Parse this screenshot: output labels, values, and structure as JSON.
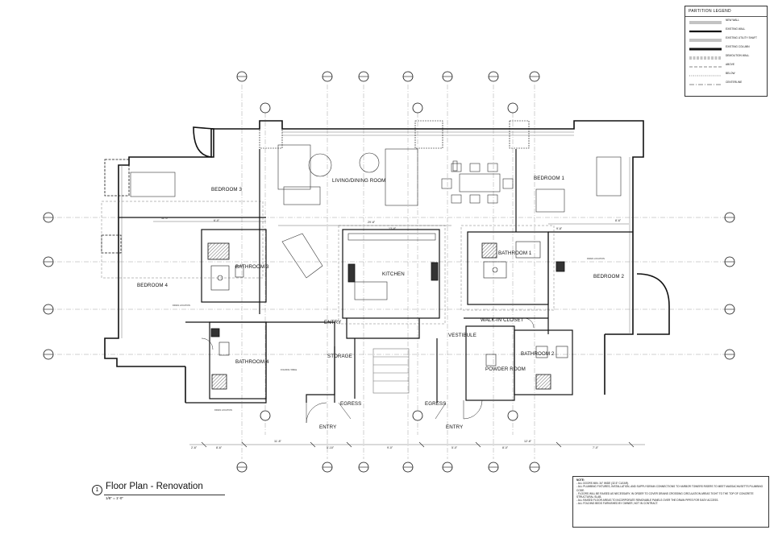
{
  "legend": {
    "title": "PARTITION LEGEND",
    "items": [
      {
        "label": "NEW WALL",
        "style": "double"
      },
      {
        "label": "EXISTING WALL",
        "style": "double-fill"
      },
      {
        "label": "EXISTING UTILITY SHAFT",
        "style": "double"
      },
      {
        "label": "EXISTING COLUMN",
        "style": "solid"
      },
      {
        "label": "DEMOLITION WALL",
        "style": "dashed-double"
      },
      {
        "label": "ABOVE",
        "style": "dashed"
      },
      {
        "label": "BELOW",
        "style": "dotted"
      },
      {
        "label": "CENTERLINE",
        "style": "dashdot"
      }
    ]
  },
  "rooms": {
    "living": "LIVING/DINING ROOM",
    "bed1": "BEDROOM 1",
    "bed2": "BEDROOM 2",
    "bed3": "BEDROOM 3",
    "bed4": "BEDROOM 4",
    "kitchen": "KITCHEN",
    "bath1": "BATHROOM 1",
    "bath2": "BATHROOM 2",
    "bath3": "BATHROOM 3",
    "bath4": "BATHROOM 4",
    "walkin": "WALK-IN CLOSET",
    "vestibule": "VESTIBULE",
    "powder": "POWDER ROOM",
    "storage": "STORAGE",
    "egress_l": "EGRESS",
    "egress_r": "EGRESS",
    "entry_l": "ENTRY",
    "entry_r": "ENTRY",
    "entry_top": "ENTRY",
    "folding": "FOLDING TABLE",
    "drain1": "DRAIN LOCATION",
    "drain2": "DRAIN LOCATION",
    "drain3": "DRAIN LOCATION"
  },
  "dims": {
    "d1": "29'-8\"",
    "d2": "13'-8\"",
    "d3": "11'-0\"",
    "d4": "8'-6\"",
    "d5": "6'-0\"",
    "d6": "8'-6\"",
    "d7": "11'-8\"",
    "d8": "5'-10\"",
    "d9": "9'-0\"",
    "d10": "7'-0\"",
    "d11": "2'-6\"",
    "d12": "5'-0\"",
    "d13": "12'-8\"",
    "d14": "8'-0\"",
    "d15": "9'-8\""
  },
  "title": {
    "number": "1",
    "name": "Floor Plan - Renovation",
    "scale": "1/8\" = 1'-0\""
  },
  "notes": {
    "heading": "NOTE:",
    "items": [
      "- ALL DOORS MIN. 34\" WIDE (32.5\" CLEAR).",
      "- ALL PLUMBING FIXTURES, INSTALLATION, AND SUPPLY/DRAIN CONNECTIONS TO HARBOR TOWERS RISERS TO MEET MASSACHUSETTS PLUMBING CODE.",
      "- FLOORS WILL BE RAISED AS NECESSARY, IN ORDER TO COVER DRAINS CROSSING CIRCULATION AREAS TIGHT TO THE TOP OF CONCRETE STRUCTURAL SLAB.",
      "- ALL RAISED FLOOR AREAS TO INCORPORATE REMOVABLE PANELS OVER THE DRAIN PIPES FOR EASY ACCESS.",
      "- ALL FOLDING BEDS FURNISHED BY OWNER, NOT IN CONTRACT."
    ]
  }
}
